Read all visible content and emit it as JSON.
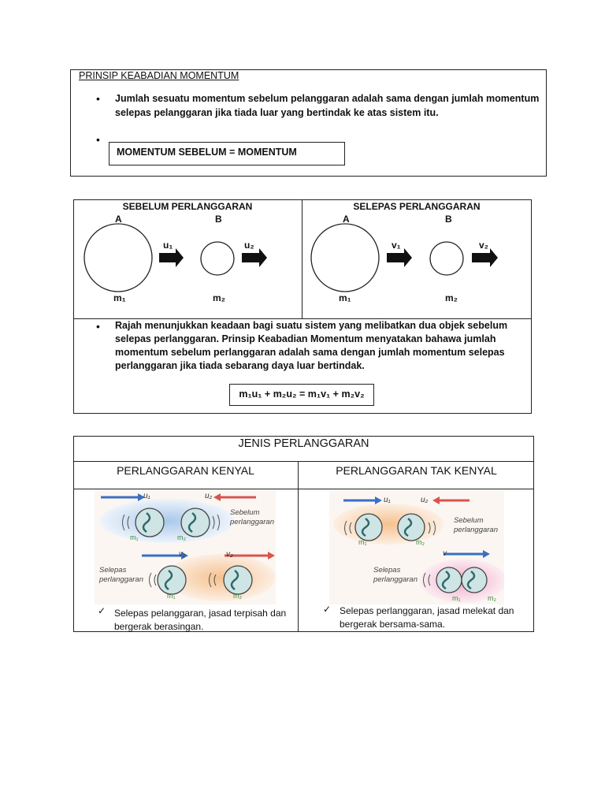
{
  "section1": {
    "title": "PRINSIP KEABADIAN MOMENTUM",
    "bullet_text": "Jumlah sesuatu momentum sebelum pelanggaran adalah sama dengan jumlah momentum selepas pelanggaran jika tiada luar yang bertindak ke atas sistem itu.",
    "formula": "MOMENTUM SEBELUM = MOMENTUM"
  },
  "section2": {
    "before_heading": "SEBELUM PERLANGGARAN",
    "after_heading": "SELEPAS PERLANGGARAN",
    "label_a": "A",
    "label_b": "B",
    "u1": "u₁",
    "u2": "u₂",
    "v1": "v₁",
    "v2": "v₂",
    "m1": "m₁",
    "m2": "m₂",
    "bullet_text": "Rajah menunjukkan keadaan bagi suatu sistem yang melibatkan dua objek sebelum selepas perlanggaran. Prinsip Keabadian Momentum menyatakan bahawa jumlah momentum sebelum perlanggaran adalah sama dengan jumlah momentum selepas perlanggaran jika tiada sebarang daya luar bertindak.",
    "formula": "m₁u₁ + m₂u₂ = m₁v₁ + m₂v₂"
  },
  "section3": {
    "title": "JENIS PERLANGGARAN",
    "elastic": {
      "heading": "PERLANGGARAN KENYAL",
      "before_label": "Sebelum perlanggaran",
      "after_label": "Selepas perlanggaran",
      "u1": "u₁",
      "u2": "u₂",
      "v1": "v₁",
      "v2": "v₂",
      "m1": "m₁",
      "m2": "m₂",
      "note": "Selepas pelanggaran, jasad terpisah dan bergerak berasingan."
    },
    "inelastic": {
      "heading": "PERLANGGARAN TAK KENYAL",
      "before_label": "Sebelum perlanggaran",
      "after_label": "Selepas perlanggaran",
      "u1": "u₁",
      "u2": "u₂",
      "v": "v",
      "m1": "m₁",
      "m2": "m₂",
      "note": "Selepas perlanggaran, jasad melekat dan bergerak bersama-sama."
    },
    "colors": {
      "blue_arrow": "#3a6fc4",
      "red_arrow": "#d9534f",
      "blue_glow": "#b9d3ee",
      "orange_glow": "#f6c89c",
      "pink_glow": "#f3b6cf",
      "ball_fill": "#cfe4e4",
      "label_green": "#3b8a3b"
    }
  }
}
